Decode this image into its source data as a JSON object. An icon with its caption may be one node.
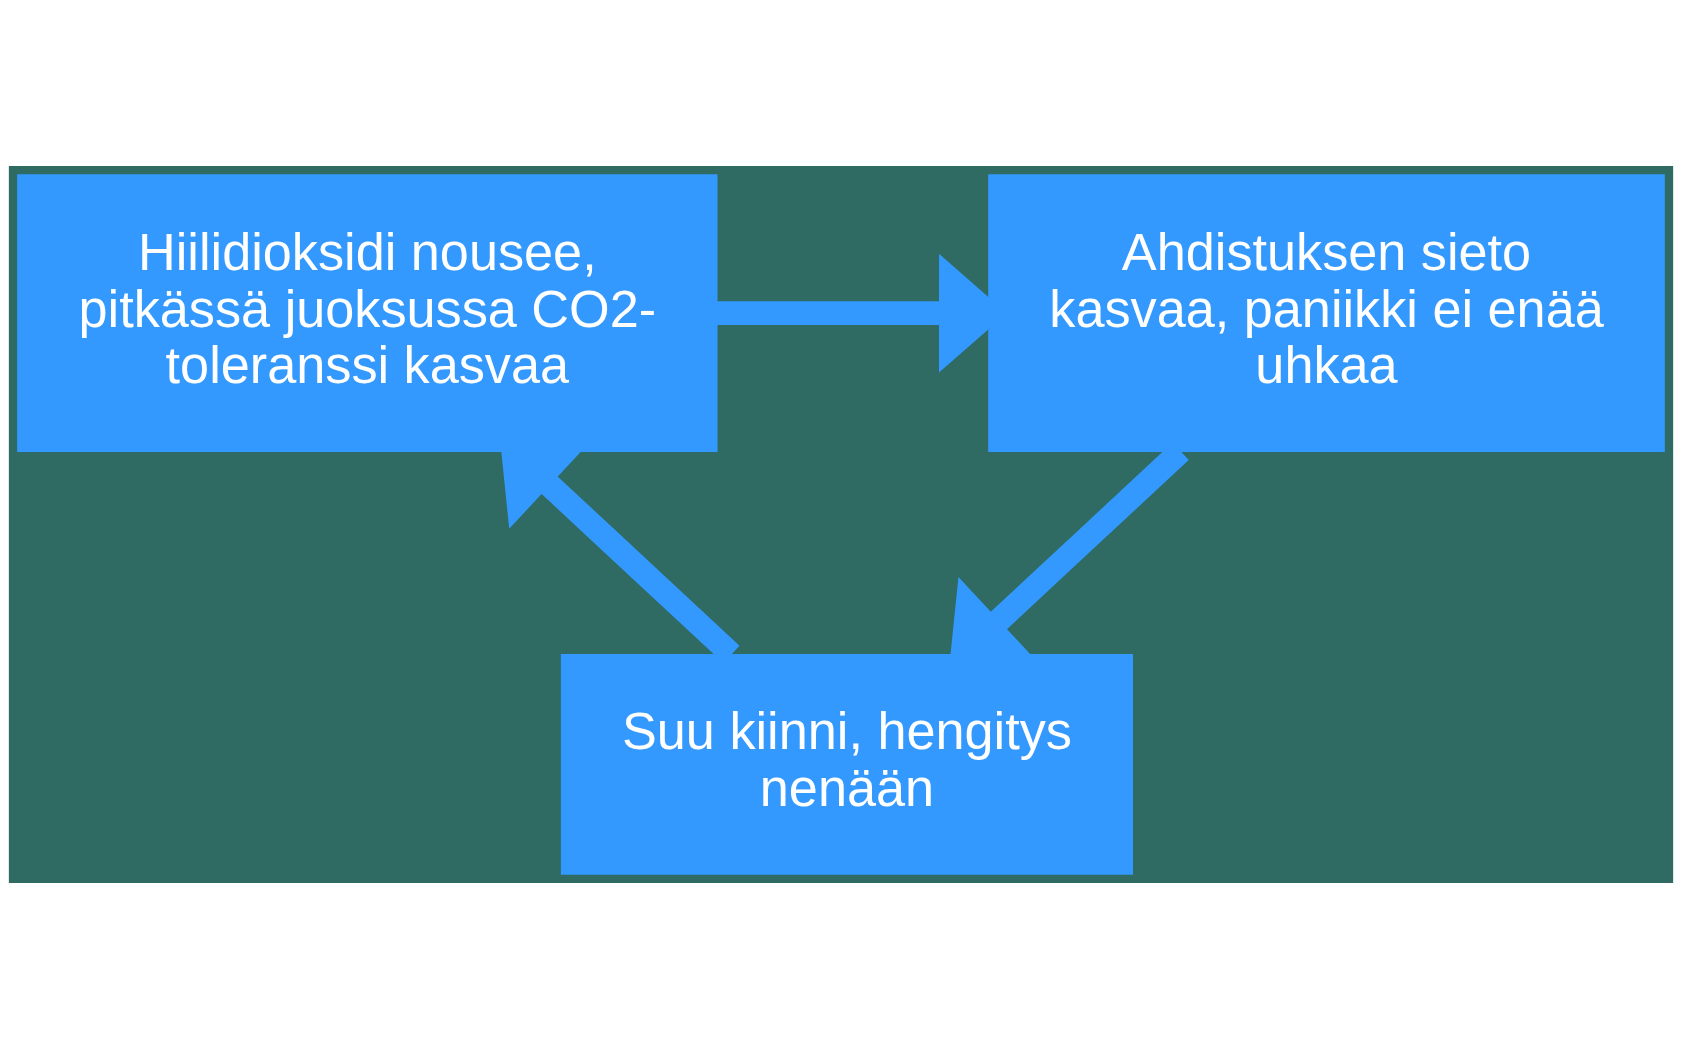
{
  "diagram": {
    "nodes": [
      {
        "text": [
          "Hiilidioksidi nousee, pitkässä juoksussa CO2- toleranssi kasvaa"
        ]
      },
      {
        "text": [
          "Ahdistuksen sieto kasvaa, paniikki ei enää uhkaa"
        ]
      },
      {
        "text": [
          "Suu kiinni, hengitys nenään"
        ]
      }
    ],
    "edges": [
      {
        "from": 0,
        "to": 1,
        "arrow": "to"
      },
      {
        "from": 1,
        "to": 2,
        "arrow": "to"
      },
      {
        "from": 2,
        "to": 0,
        "arrow": "to"
      }
    ]
  }
}
